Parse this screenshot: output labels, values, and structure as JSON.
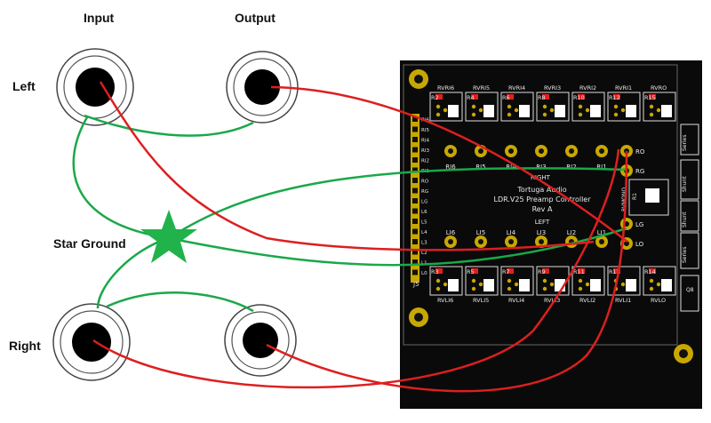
{
  "labels": {
    "input": "Input",
    "output": "Output",
    "left": "Left",
    "right": "Right",
    "star_ground": "Star Ground"
  },
  "pcb": {
    "title_line1": "Tortuga Audio",
    "title_line2": "LDR.V25 Preamp Controller",
    "title_line3": "Rev A",
    "right_label": "RIGHT",
    "left_label": "LEFT",
    "corner_label": "J5",
    "top_resistors": [
      "RVRI6",
      "RVRI5",
      "RVRI4",
      "RVRI3",
      "RVRI2",
      "RVRI1",
      "RVRO"
    ],
    "top_r_labels": [
      "R2",
      "R4",
      "R6",
      "R8",
      "R10",
      "R12",
      "R15"
    ],
    "bottom_resistors": [
      "RVLI6",
      "RVLI5",
      "RVLI4",
      "RVLI3",
      "RVLI2",
      "RVLI1",
      "RVLO"
    ],
    "bottom_r_labels": [
      "R3",
      "R5",
      "R7",
      "R9",
      "R11",
      "R13",
      "R14"
    ],
    "right_pads": [
      "RI6",
      "RI5",
      "RI4",
      "RI3",
      "RI2",
      "RI1"
    ],
    "left_pads": [
      "LI6",
      "LI5",
      "LI4",
      "LI3",
      "LI2",
      "LI1"
    ],
    "side_pads": [
      "RO",
      "RG",
      "LG",
      "LO"
    ],
    "header_pins": [
      "RI6",
      "RI5",
      "RI4",
      "RI3",
      "RI2",
      "RI1",
      "RO",
      "RG",
      "LG",
      "L6",
      "L5",
      "L4",
      "L3",
      "L2",
      "L1",
      "L0"
    ],
    "side_labels": [
      "Series",
      "Shunt",
      "Series",
      "Shunt"
    ],
    "misc": [
      "RVMONO",
      "R1",
      "Q8"
    ]
  },
  "colors": {
    "wire_red": "#dd1f1f",
    "wire_green": "#1aa84a",
    "star": "#22b24c",
    "pcb": "#0a0a0a",
    "pad": "#c8a800"
  }
}
